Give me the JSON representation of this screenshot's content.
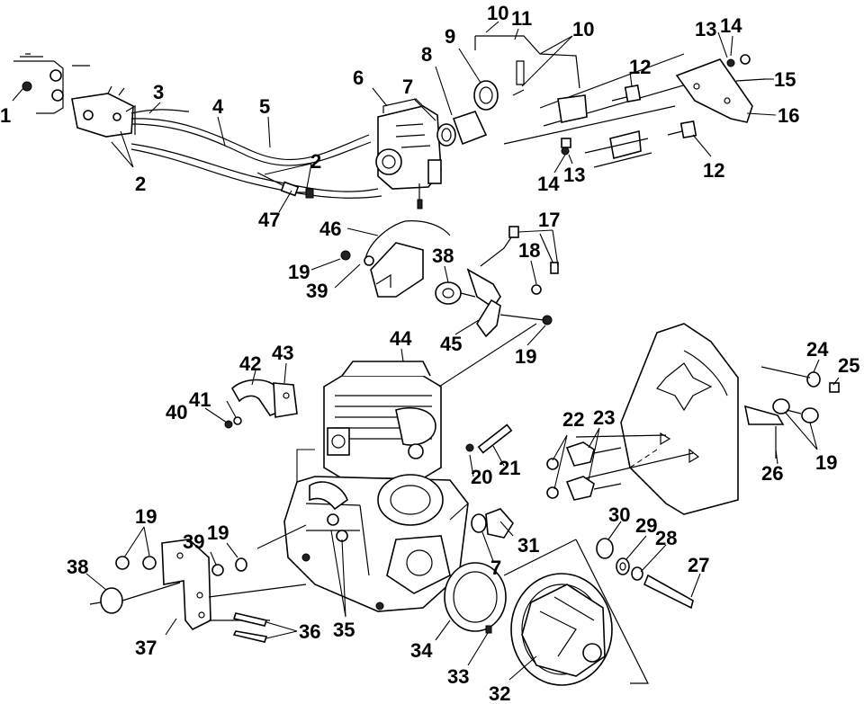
{
  "colors": {
    "line": "#000000",
    "background": "#ffffff"
  },
  "callouts": [
    {
      "id": "c1",
      "label": "1"
    },
    {
      "id": "c2a",
      "label": "2"
    },
    {
      "id": "c2b",
      "label": "2"
    },
    {
      "id": "c3",
      "label": "3"
    },
    {
      "id": "c4",
      "label": "4"
    },
    {
      "id": "c5",
      "label": "5"
    },
    {
      "id": "c6",
      "label": "6"
    },
    {
      "id": "c7a",
      "label": "7"
    },
    {
      "id": "c7b",
      "label": "7"
    },
    {
      "id": "c8",
      "label": "8"
    },
    {
      "id": "c9",
      "label": "9"
    },
    {
      "id": "c10a",
      "label": "10"
    },
    {
      "id": "c10b",
      "label": "10"
    },
    {
      "id": "c11",
      "label": "11"
    },
    {
      "id": "c12a",
      "label": "12"
    },
    {
      "id": "c12b",
      "label": "12"
    },
    {
      "id": "c13a",
      "label": "13"
    },
    {
      "id": "c13b",
      "label": "13"
    },
    {
      "id": "c14a",
      "label": "14"
    },
    {
      "id": "c14b",
      "label": "14"
    },
    {
      "id": "c15",
      "label": "15"
    },
    {
      "id": "c16",
      "label": "16"
    },
    {
      "id": "c17",
      "label": "17"
    },
    {
      "id": "c18",
      "label": "18"
    },
    {
      "id": "c19a",
      "label": "19"
    },
    {
      "id": "c19b",
      "label": "19"
    },
    {
      "id": "c19c",
      "label": "19"
    },
    {
      "id": "c19d",
      "label": "19"
    },
    {
      "id": "c19e",
      "label": "19"
    },
    {
      "id": "c20",
      "label": "20"
    },
    {
      "id": "c21",
      "label": "21"
    },
    {
      "id": "c22",
      "label": "22"
    },
    {
      "id": "c23",
      "label": "23"
    },
    {
      "id": "c24",
      "label": "24"
    },
    {
      "id": "c25",
      "label": "25"
    },
    {
      "id": "c26",
      "label": "26"
    },
    {
      "id": "c27",
      "label": "27"
    },
    {
      "id": "c28",
      "label": "28"
    },
    {
      "id": "c29",
      "label": "29"
    },
    {
      "id": "c30",
      "label": "30"
    },
    {
      "id": "c31",
      "label": "31"
    },
    {
      "id": "c32",
      "label": "32"
    },
    {
      "id": "c33",
      "label": "33"
    },
    {
      "id": "c34",
      "label": "34"
    },
    {
      "id": "c35",
      "label": "35"
    },
    {
      "id": "c36",
      "label": "36"
    },
    {
      "id": "c37",
      "label": "37"
    },
    {
      "id": "c38a",
      "label": "38"
    },
    {
      "id": "c38b",
      "label": "38"
    },
    {
      "id": "c39a",
      "label": "39"
    },
    {
      "id": "c39b",
      "label": "39"
    },
    {
      "id": "c40",
      "label": "40"
    },
    {
      "id": "c41",
      "label": "41"
    },
    {
      "id": "c42",
      "label": "42"
    },
    {
      "id": "c43",
      "label": "43"
    },
    {
      "id": "c44",
      "label": "44"
    },
    {
      "id": "c45",
      "label": "45"
    },
    {
      "id": "c46",
      "label": "46"
    },
    {
      "id": "c47",
      "label": "47"
    }
  ]
}
